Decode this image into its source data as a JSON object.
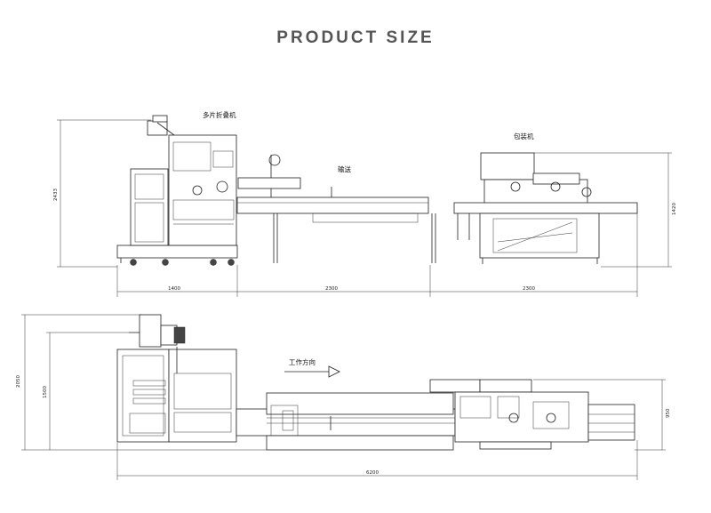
{
  "page": {
    "title": "PRODUCT SIZE"
  },
  "side_view": {
    "labels": {
      "machine1": "多片折叠机",
      "conveyor": "输送",
      "machine2": "包装机"
    },
    "dimensions": {
      "height_left": "2433",
      "height_right": "1420",
      "width_1": "1400",
      "width_2": "2300",
      "width_3": "2300"
    }
  },
  "top_view": {
    "labels": {
      "direction": "工作方向"
    },
    "dimensions": {
      "depth_total": "2050",
      "depth_inner": "1500",
      "depth_right": "950",
      "length_total": "6200"
    }
  }
}
